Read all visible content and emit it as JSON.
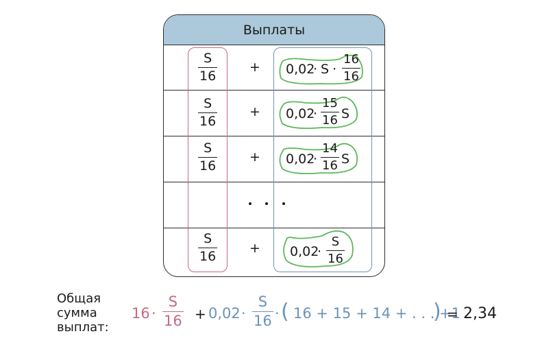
{
  "table": {
    "header": "Выплаты",
    "rows": [
      {
        "left_num": "S",
        "left_den": "16",
        "plus": "+",
        "coef": "0,02",
        "dot": "·",
        "s": "S",
        "frac_num": "16",
        "frac_den": "16"
      },
      {
        "left_num": "S",
        "left_den": "16",
        "plus": "+",
        "coef": "0,02",
        "dot": "·",
        "frac_num": "15",
        "frac_den": "16",
        "s": "S"
      },
      {
        "left_num": "S",
        "left_den": "16",
        "plus": "+",
        "coef": "0,02",
        "dot": "·",
        "frac_num": "14",
        "frac_den": "16",
        "s": "S"
      },
      {
        "ellipsis": "..."
      },
      {
        "left_num": "S",
        "left_den": "16",
        "plus": "+",
        "coef": "0,02",
        "dot": "·",
        "frac_num": "S",
        "frac_den": "16"
      }
    ]
  },
  "total": {
    "label_line1": "Общая",
    "label_line2": "сумма",
    "label_line3": "выплат:",
    "pink_coef": "16",
    "pink_dot": "·",
    "pink_num": "S",
    "pink_den": "16",
    "plus": "+",
    "blue_coef": "0,02",
    "blue_dot": "·",
    "blue_num": "S",
    "blue_den": "16",
    "blue_dot2": "·",
    "paren_open": "(",
    "sum_terms": "16 + 15 + 14 + . . . +1",
    "paren_close": ")",
    "equals": "=",
    "result": "2,34"
  },
  "colors": {
    "header_bg": "#abc9da",
    "pink": "#c46a7e",
    "blue": "#6a93b8",
    "green": "#5cb85c"
  }
}
